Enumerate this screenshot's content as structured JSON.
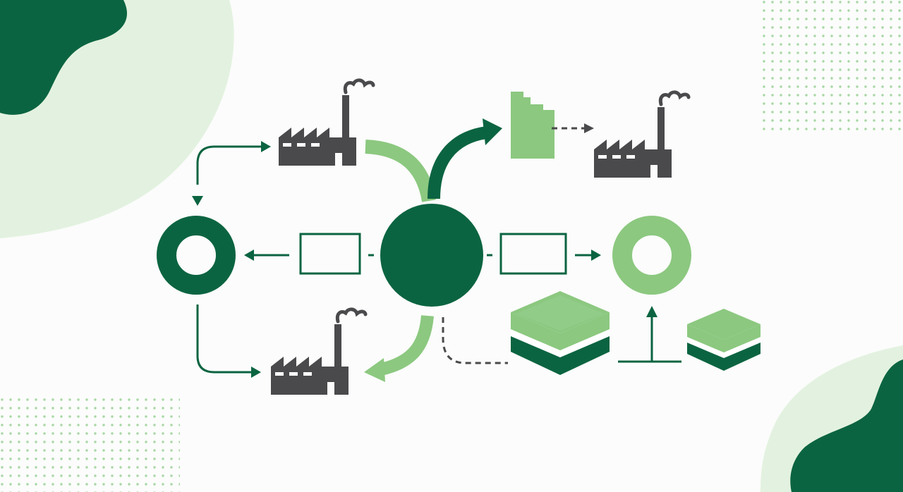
{
  "colors": {
    "background": "#fbfcfb",
    "dark_green": "#0b6441",
    "light_green": "#8cc880",
    "pale_green": "#e3f2e0",
    "dot_green": "#9fd39a",
    "factory_gray": "#4a4a4d"
  },
  "icons": {
    "factories": [
      "factory-icon",
      "factory-icon",
      "factory-icon"
    ],
    "silo": "silo-icon",
    "hub": "central-hub-node",
    "rings": [
      "ring-node",
      "ring-node"
    ],
    "boxes": [
      "empty-box-node",
      "empty-box-node"
    ],
    "layers": [
      "layered-stack-icon",
      "layered-stack-icon"
    ]
  }
}
